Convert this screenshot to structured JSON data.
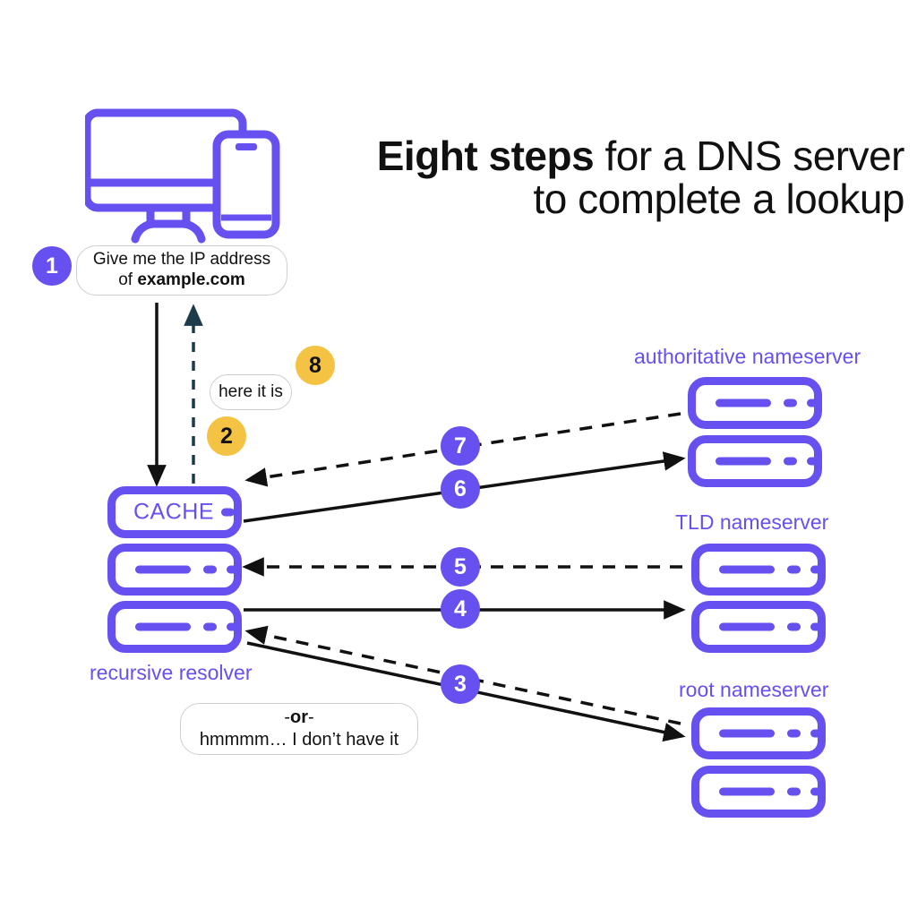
{
  "title": {
    "strong": "Eight steps",
    "rest": " for a DNS server",
    "line2": "to complete a lookup"
  },
  "colors": {
    "purple": "#6650f0",
    "yellow": "#f5c344",
    "arrow_black": "#111111",
    "arrow_navy": "#1b3b4b",
    "bubble_border": "#cfcfcf"
  },
  "client": {
    "icon": "desktop-and-phone-icon"
  },
  "bubbles": {
    "query": {
      "line1": "Give me the IP address",
      "line2_prefix": "of ",
      "line2_strong": "example.com"
    },
    "answer": "here it is",
    "fallback": {
      "line1_dash_left": "-",
      "line1_strong": "or",
      "line1_dash_right": "-",
      "line2": "hmmmm… I don’t have it"
    }
  },
  "resolver": {
    "label": "recursive resolver",
    "cache_text": "CACHE",
    "cache_dot": "cache-dot-icon"
  },
  "nameservers": [
    {
      "id": "authoritative",
      "label": "authoritative nameserver",
      "boxes": 2
    },
    {
      "id": "tld",
      "label": "TLD nameserver",
      "boxes": 2
    },
    {
      "id": "root",
      "label": "root nameserver",
      "boxes": 2
    }
  ],
  "steps": [
    {
      "n": "1",
      "style": "purple",
      "desc": "client asks recursive resolver for IP of example.com"
    },
    {
      "n": "2",
      "style": "yellow",
      "desc": "resolver checks its cache"
    },
    {
      "n": "3",
      "style": "purple",
      "desc": "resolver queries root nameserver"
    },
    {
      "n": "4",
      "style": "purple",
      "desc": "resolver queries TLD nameserver"
    },
    {
      "n": "5",
      "style": "purple",
      "desc": "TLD nameserver replies"
    },
    {
      "n": "6",
      "style": "purple",
      "desc": "resolver queries authoritative nameserver"
    },
    {
      "n": "7",
      "style": "purple",
      "desc": "authoritative nameserver replies with IP"
    },
    {
      "n": "8",
      "style": "yellow",
      "desc": "resolver returns the IP to the client"
    }
  ]
}
